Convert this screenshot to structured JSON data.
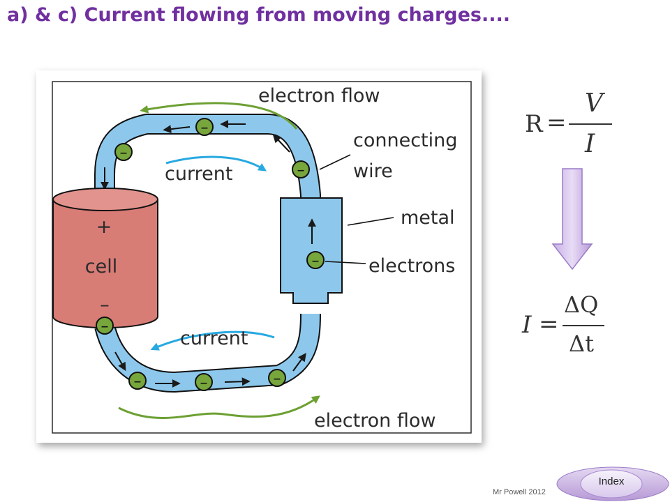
{
  "slide": {
    "title": "a) & c) Current flowing from moving charges....",
    "footer": "Mr Powell 2012"
  },
  "diagram": {
    "labels": {
      "electron_flow_top": "electron flow",
      "connecting": "connecting",
      "wire": "wire",
      "current_top": "current",
      "metal": "metal",
      "electrons": "electrons",
      "plus": "+",
      "cell": "cell",
      "minus": "–",
      "current_bottom": "current",
      "electron_flow_bottom": "electron flow"
    },
    "electron_symbol": "–",
    "colors": {
      "wire": "#8dc8ec",
      "cell": "#d87c76",
      "electron": "#77a63c",
      "flow_arrow": "#6da033",
      "current_arrow": "#27a9e1"
    }
  },
  "equations": {
    "resistance": {
      "lhs": "R",
      "eq": "=",
      "num": "V",
      "den": "I"
    },
    "current": {
      "lhs": "I",
      "eq": "=",
      "num": "ΔQ",
      "den": "Δt"
    }
  },
  "nav": {
    "index_label": "Index"
  }
}
